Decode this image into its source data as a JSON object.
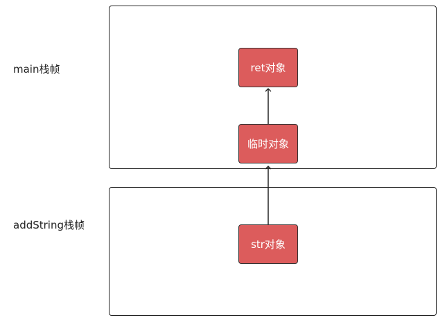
{
  "frames": {
    "main": {
      "label": "main栈帧"
    },
    "add_string": {
      "label": "addString栈帧"
    }
  },
  "objects": {
    "ret": {
      "label": "ret对象"
    },
    "temp": {
      "label": "临时对象"
    },
    "str": {
      "label": "str对象"
    }
  },
  "colors": {
    "object_fill": "#dc5c5c",
    "line": "#222222"
  }
}
